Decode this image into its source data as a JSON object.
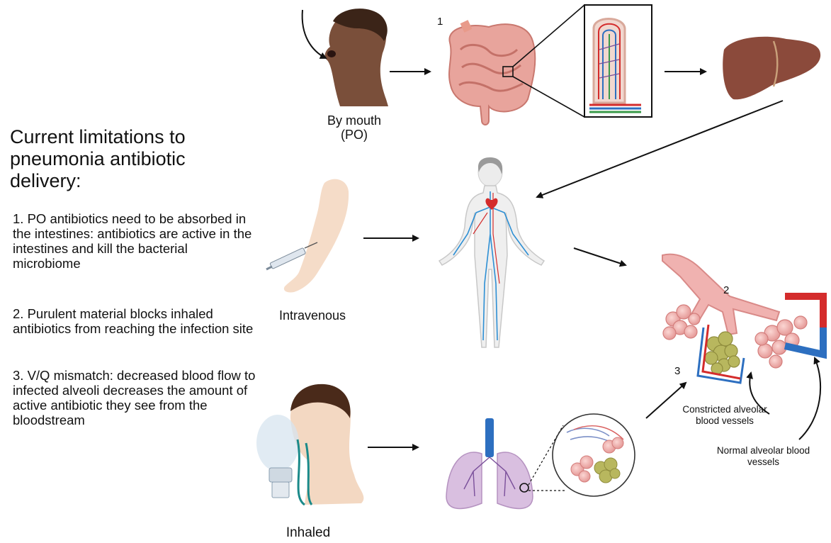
{
  "panel": {
    "heading": "Current limitations to pneumonia antibiotic delivery:",
    "limitations": [
      "1. PO antibiotics need to be absorbed in the intestines: antibiotics are active in the intestines and kill the bacterial microbiome",
      "2. Purulent material blocks inhaled antibiotics from reaching the infection site",
      "3. V/Q mismatch: decreased blood flow to infected alveoli decreases the amount of active antibiotic they see from the bloodstream"
    ]
  },
  "routes": {
    "oral_line1": "By mouth",
    "oral_line2": "(PO)",
    "intravenous": "Intravenous",
    "inhaled": "Inhaled"
  },
  "markers": {
    "one": "1",
    "two": "2",
    "three": "3"
  },
  "annotations": {
    "constricted": "Constricted alveolar blood vessels",
    "normal": "Normal alveolar blood vessels"
  },
  "icons": [
    "head-profile-icon",
    "intestine-icon",
    "villus-inset-icon",
    "liver-icon",
    "arm-syringe-icon",
    "circulatory-body-icon",
    "alveoli-lung-icon",
    "inhaler-mask-person-icon",
    "lungs-icon",
    "alveoli-magnified-icon"
  ],
  "colors": {
    "arrow": "#111111",
    "skin": "#7a4f3a",
    "intestine": "#e8a49c",
    "liver": "#8b4a3b",
    "artery": "#d42c2c",
    "vein": "#2d6fc0",
    "alveoli": "#f0b2b0",
    "pus": "#b8b75e"
  }
}
